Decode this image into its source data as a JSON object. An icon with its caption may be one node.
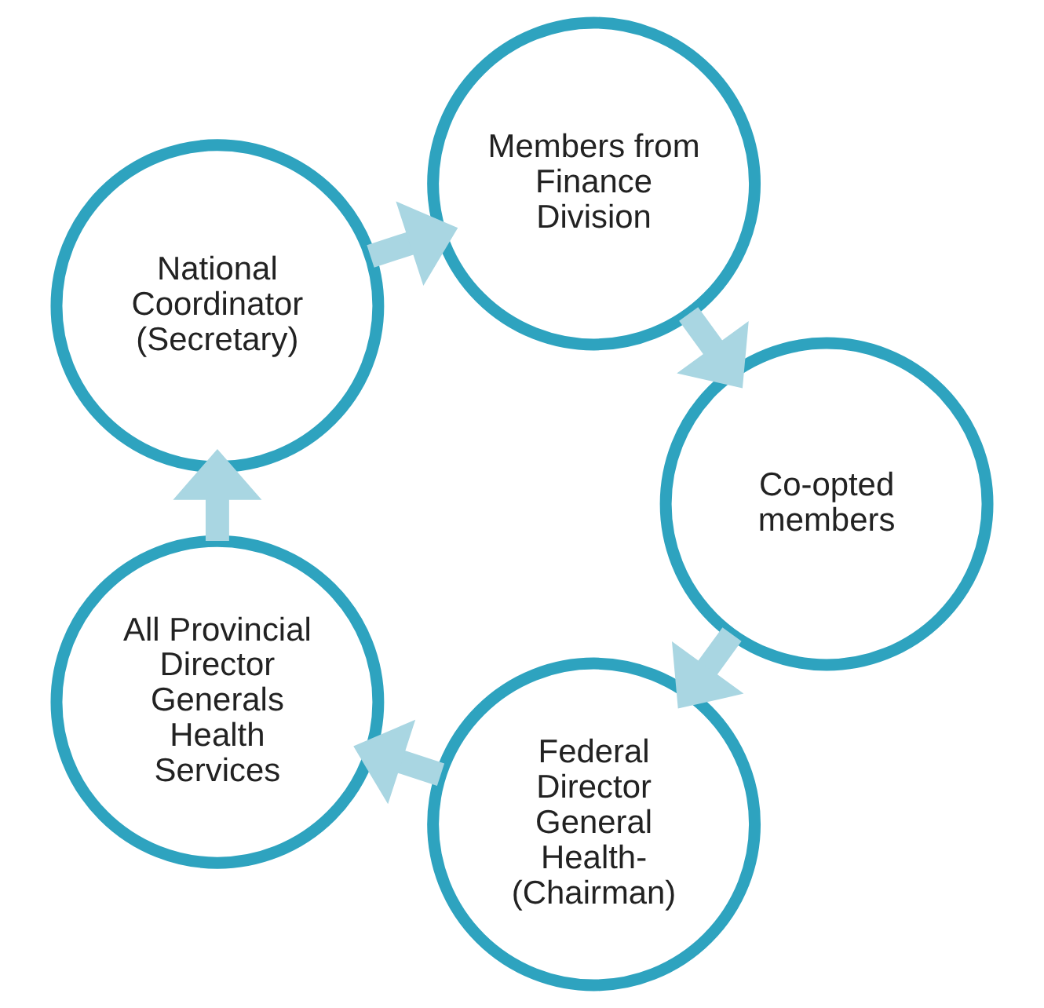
{
  "diagram": {
    "nodes": [
      {
        "text": [
          "Federal Director General Health- (Chairman)"
        ]
      },
      {
        "text": [
          "All Provincial Director Generals Health Services"
        ]
      },
      {
        "text": [
          "National Coordinator (Secretary)"
        ]
      },
      {
        "text": [
          "Members from Finance Division"
        ]
      },
      {
        "text": [
          "Co-opted members"
        ]
      }
    ],
    "edges": [
      {
        "from": 0,
        "to": 1,
        "arrow": "to"
      },
      {
        "from": 1,
        "to": 2,
        "arrow": "to"
      },
      {
        "from": 2,
        "to": 3,
        "arrow": "to"
      },
      {
        "from": 3,
        "to": 4,
        "arrow": "to"
      },
      {
        "from": 4,
        "to": 0,
        "arrow": "to"
      }
    ]
  }
}
